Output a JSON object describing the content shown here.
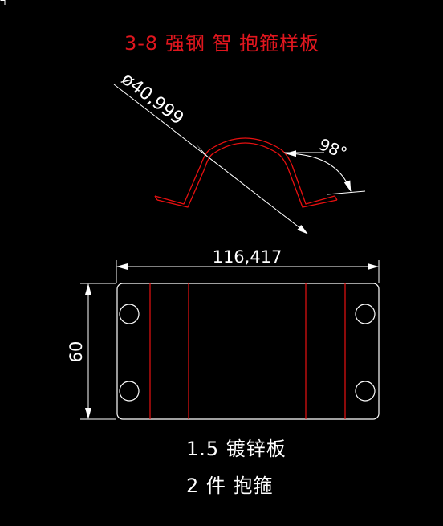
{
  "title": "3-8 强钢 智 抱箍样板",
  "diameter_label": "ø40,999",
  "angle_label": "98°",
  "width_label": "116,417",
  "height_label": "60",
  "material_label": "1.5 镀锌板",
  "quantity_label": "2 件 抱箍",
  "colors": {
    "background": "#000000",
    "title": "#e0161e",
    "drawing_red": "#e81010",
    "outline": "#ffffff",
    "dimension": "#ffffff"
  }
}
